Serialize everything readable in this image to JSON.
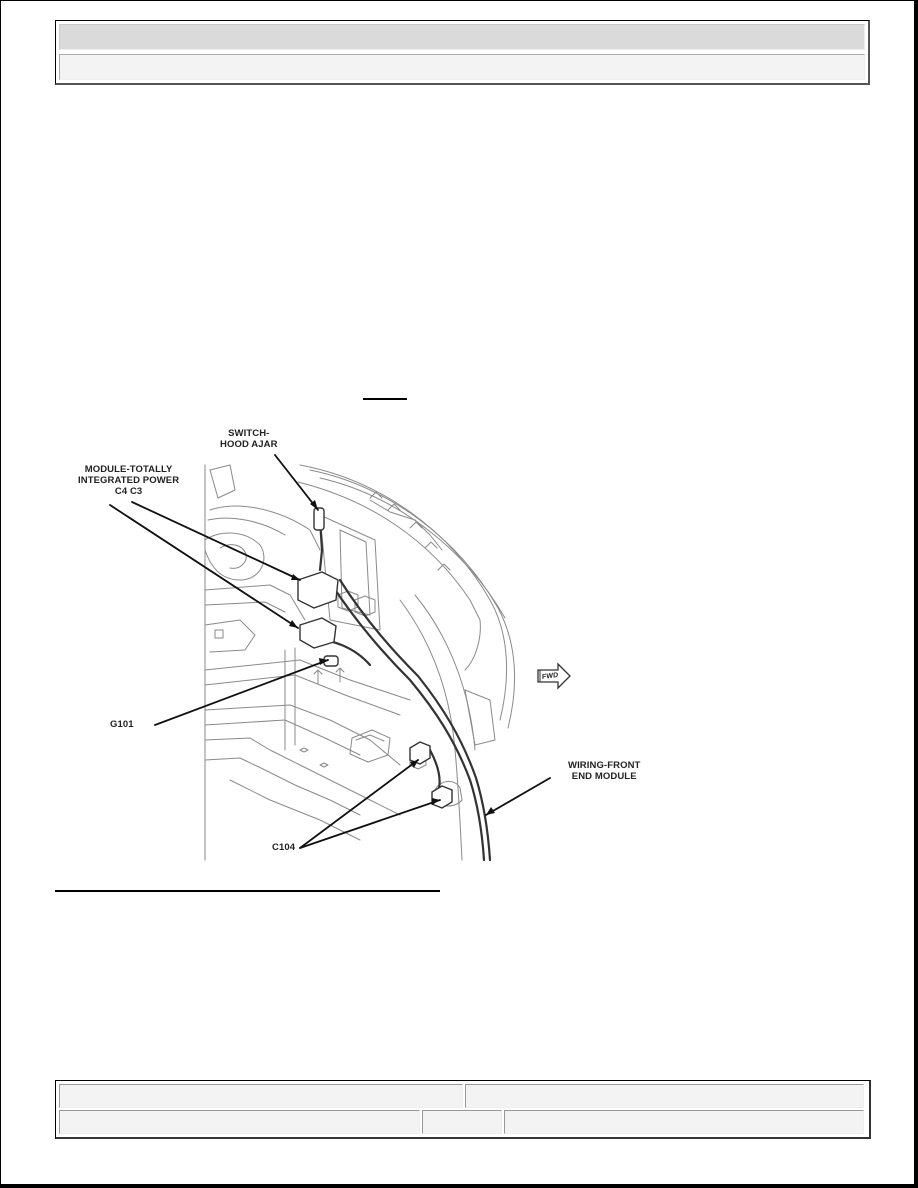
{
  "header": {
    "row1_text": "",
    "row2_text": ""
  },
  "figure": {
    "labels": {
      "switch": "SWITCH-\nHOOD AJAR",
      "switch_line1": "SWITCH-",
      "switch_line2": "HOOD AJAR",
      "module_line1": "MODULE-TOTALLY",
      "module_line2": "INTEGRATED POWER",
      "module_line3": "C4  C3",
      "ground": "G101",
      "wiring_line1": "WIRING-FRONT",
      "wiring_line2": "END MODULE",
      "connector": "C104",
      "fwd_arrow": "FWD"
    },
    "colors": {
      "line_art": "#6e6e6e",
      "leader": "#111111"
    }
  },
  "footer": {
    "row1": [
      "",
      ""
    ],
    "row2": [
      "",
      "",
      ""
    ]
  }
}
